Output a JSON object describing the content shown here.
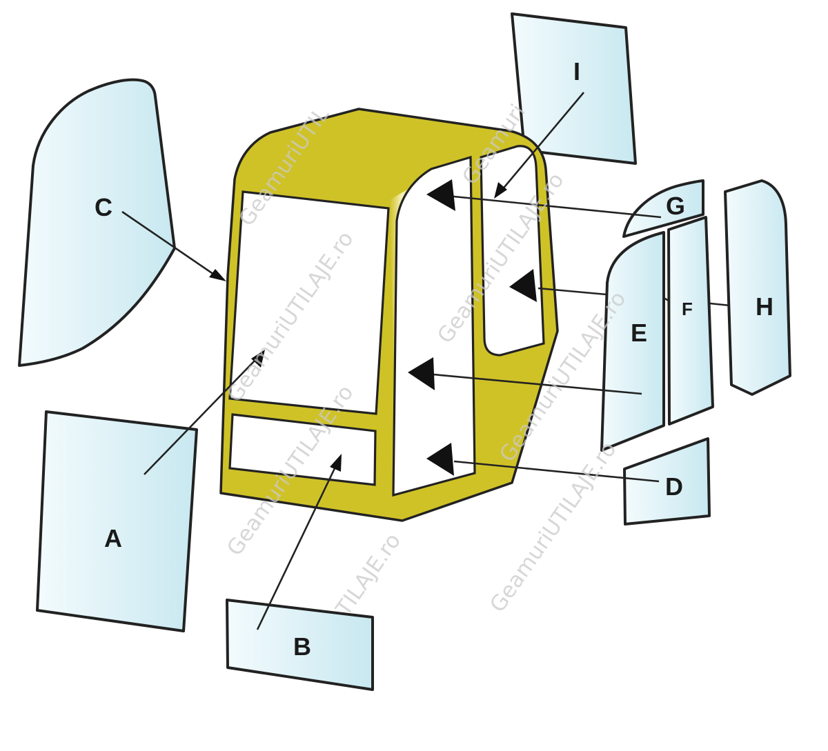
{
  "colors": {
    "cab_body": "#cfc227",
    "cab_highlight": "#fffbdc",
    "glass_light": "#f3fbfd",
    "glass_tint": "#c8e8f0",
    "outline": "#222222",
    "watermark": "#c9c9c9"
  },
  "panels": {
    "A": "A",
    "B": "B",
    "C": "C",
    "D": "D",
    "E": "E",
    "F": "F",
    "G": "G",
    "H": "H",
    "I": "I"
  },
  "watermark": "GeamuriUTILAJE.ro",
  "watermark_partials": {
    "w1": "GeamuriUTIL",
    "w2": "Geamuri",
    "w6": "TILAJE.ro"
  }
}
